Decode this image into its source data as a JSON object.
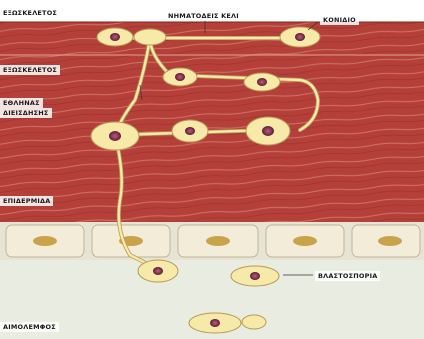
{
  "labels": {
    "exoskeleton_top": "ΕΞΩΣΚΕΛΕΤΟΣ",
    "hyphae": "ΝΗΜΑΤΟΔΕΙΣ ΚΕΛΙ",
    "conidium": "ΚΟΝΙΔΙΟ",
    "exoskeleton_mid": "ΕΞΩΣΚΕΛΕΤΟΣ",
    "penetration_line1": "ΕΘΛΗΝΑΣ",
    "penetration_line2": "ΔΙΕΙΣΔΗΣΗΣ",
    "epidermis": "ΕΠΙΔΕΡΜΙΔΑ",
    "blastospores": "ΒΛΑΣΤΟΣΠΟΡΙΑ",
    "hemolymph": "ΑΙΜΟΛΕΜΦΟΣ"
  },
  "colors": {
    "cuticle": "#b5403a",
    "cuticle_stripe": "#d98a7a",
    "epidermis_cell": "#f2ecd8",
    "epidermis_nucleus": "#c9a24a",
    "fungal_cell": "#f7e9a8",
    "fungal_outline": "#b89a55",
    "fungal_nucleus": "#6b2a4a",
    "hemolymph": "#e9ece1"
  }
}
